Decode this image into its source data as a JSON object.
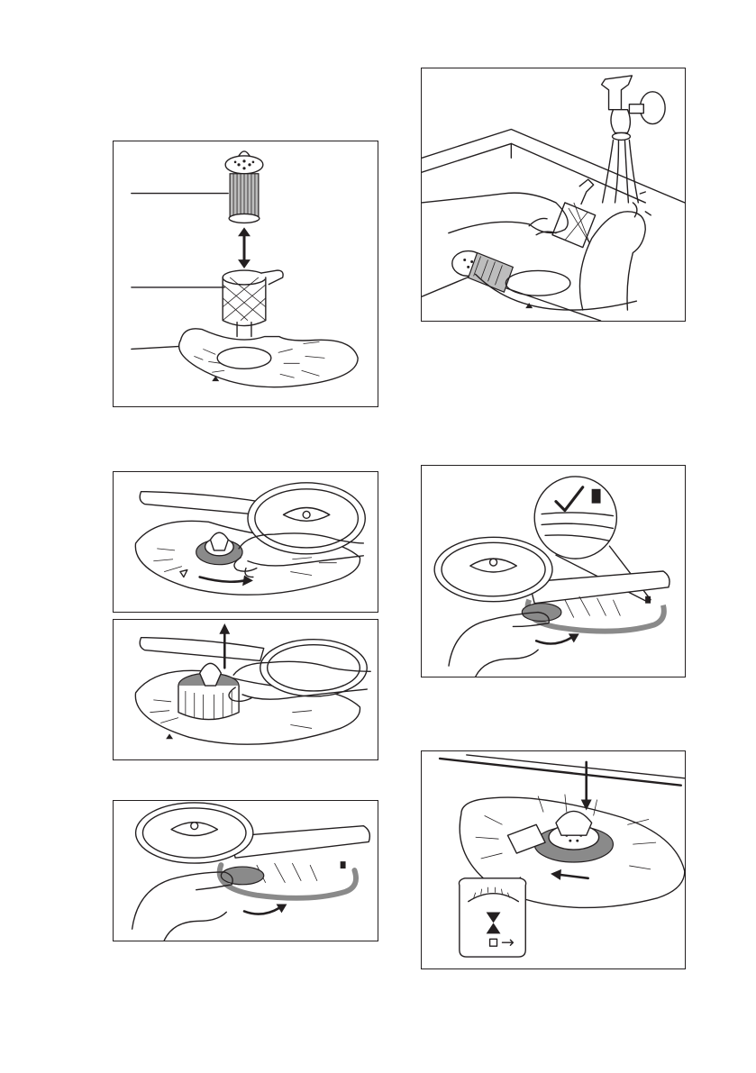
{
  "document": {
    "kind": "instruction-illustrations",
    "figures": [
      {
        "id": "filter-assembly",
        "parts": [
          "fine-filter",
          "coarse-filter",
          "flat-filter"
        ]
      },
      {
        "id": "rinse-filters"
      },
      {
        "id": "turn-filter-unlock"
      },
      {
        "id": "lift-filter-out"
      },
      {
        "id": "check-arm-position"
      },
      {
        "id": "remove-flat-filter"
      },
      {
        "id": "insert-and-lock-filter"
      }
    ],
    "colors": {
      "line": "#231f20",
      "fill_gray": "#bdbdbd",
      "fill_dark": "#8a8a8a",
      "background": "#ffffff"
    }
  }
}
